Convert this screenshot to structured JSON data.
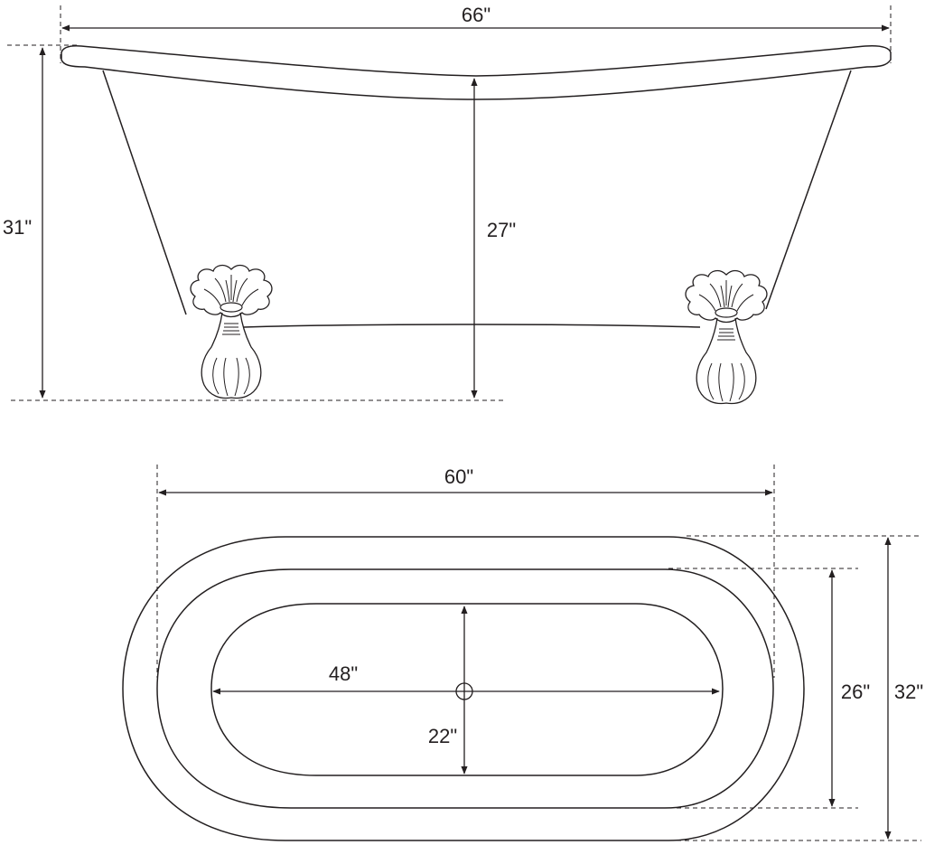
{
  "diagram": {
    "line_color": "#231f20",
    "background": "#ffffff"
  },
  "side_view": {
    "dimensions": {
      "overall_length": "66\"",
      "overall_height": "31\"",
      "interior_depth": "27\""
    },
    "feet_icon": "claw-foot-icon"
  },
  "top_view": {
    "dimensions": {
      "rim_length": "60\"",
      "interior_length": "48\"",
      "interior_width": "22\"",
      "rim_width": "26\"",
      "overall_width": "32\""
    },
    "drain_icon": "drain-icon"
  }
}
